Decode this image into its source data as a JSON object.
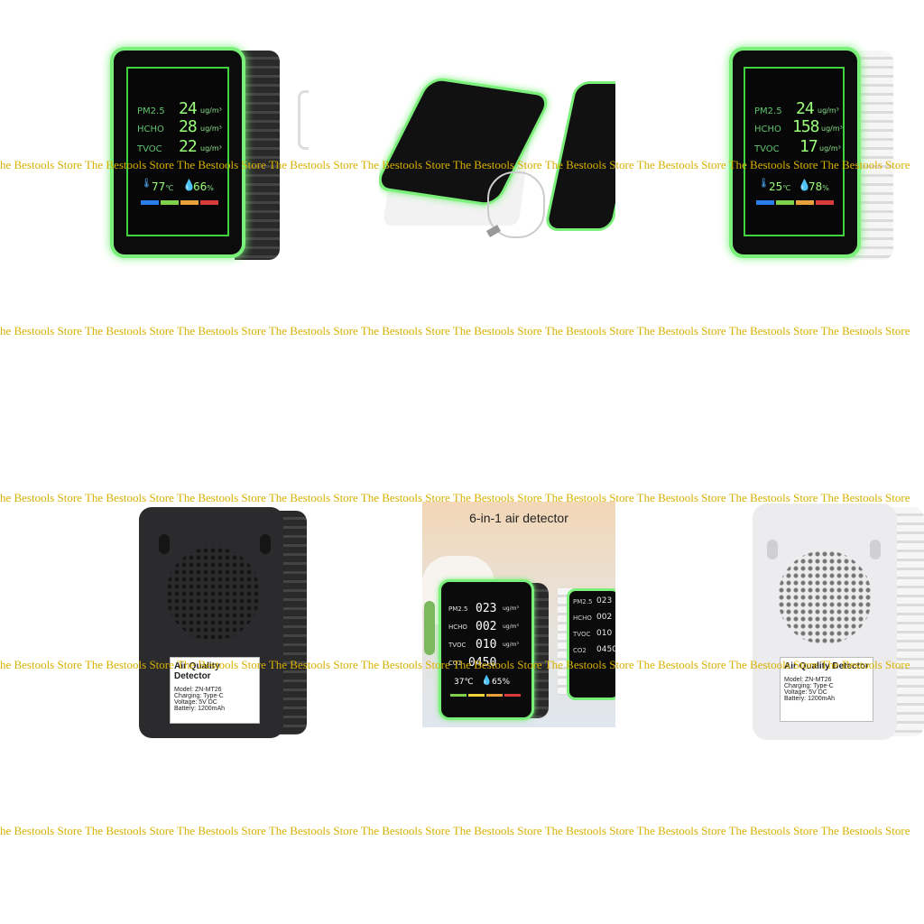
{
  "watermark": {
    "text": "The Bestools Store The Bestools Store The Bestools Store The Bestools Store The Bestools Store The Bestools Store The Bestools Store The Bestools Store The Bestools Store The Bestools Store",
    "color": "#d8b000"
  },
  "tile1": {
    "pm25_label": "PM2.5",
    "pm25_value": "24",
    "pm25_unit": "ug/m³",
    "hcho_label": "HCHO",
    "hcho_value": "28",
    "hcho_unit": "ug/m³",
    "tvoc_label": "TVOC",
    "tvoc_value": "22",
    "tvoc_unit": "ug/m³",
    "temp": "77",
    "temp_unit": "℃",
    "humidity": "66",
    "humidity_unit": "%"
  },
  "tile3": {
    "pm25_label": "PM2.5",
    "pm25_value": "24",
    "pm25_unit": "ug/m³",
    "hcho_label": "HCHO",
    "hcho_value": "158",
    "hcho_unit": "ug/m³",
    "tvoc_label": "TVOC",
    "tvoc_value": "17",
    "tvoc_unit": "ug/m³",
    "temp": "25",
    "temp_unit": "℃",
    "humidity": "78",
    "humidity_unit": "%"
  },
  "tile4": {
    "label_title": "Air Quality Detector",
    "model": "Model: ZN-MT26",
    "charging": "Charging: Type-C",
    "voltage": "Voltage: 5V DC",
    "battery": "Battery: 1200mAh"
  },
  "tile5": {
    "headline": "6-in-1 air detector",
    "pm25_label": "PM2.5",
    "pm25_value": "023",
    "unit": "ug/m³",
    "hcho_label": "HCHO",
    "hcho_value": "002",
    "tvoc_label": "TVOC",
    "tvoc_value": "010",
    "co2_label": "CO2",
    "co2_value": "0450",
    "temp": "37",
    "temp_unit": "℃",
    "humidity": "65",
    "humidity_unit": "%",
    "second_pm25": "PM2.5",
    "second_hcho": "HCHO",
    "second_tvoc": "TVOC",
    "second_co2": "CO2",
    "second_pm25_value": "023",
    "second_hcho_value": "002",
    "second_tvoc_value": "010",
    "second_co2_value": "0450"
  },
  "tile6": {
    "label_title": "Air Quality Detector",
    "model": "Model: ZN-MT26",
    "charging": "Charging: Type-C",
    "voltage": "Voltage: 5V DC",
    "battery": "Battery: 1200mAh"
  },
  "colors": {
    "glow": "#7af07a",
    "bar_blue": "#2b7de9",
    "bar_green": "#7fd04a",
    "bar_orange": "#e8a13a",
    "bar_red": "#d93a3a"
  }
}
